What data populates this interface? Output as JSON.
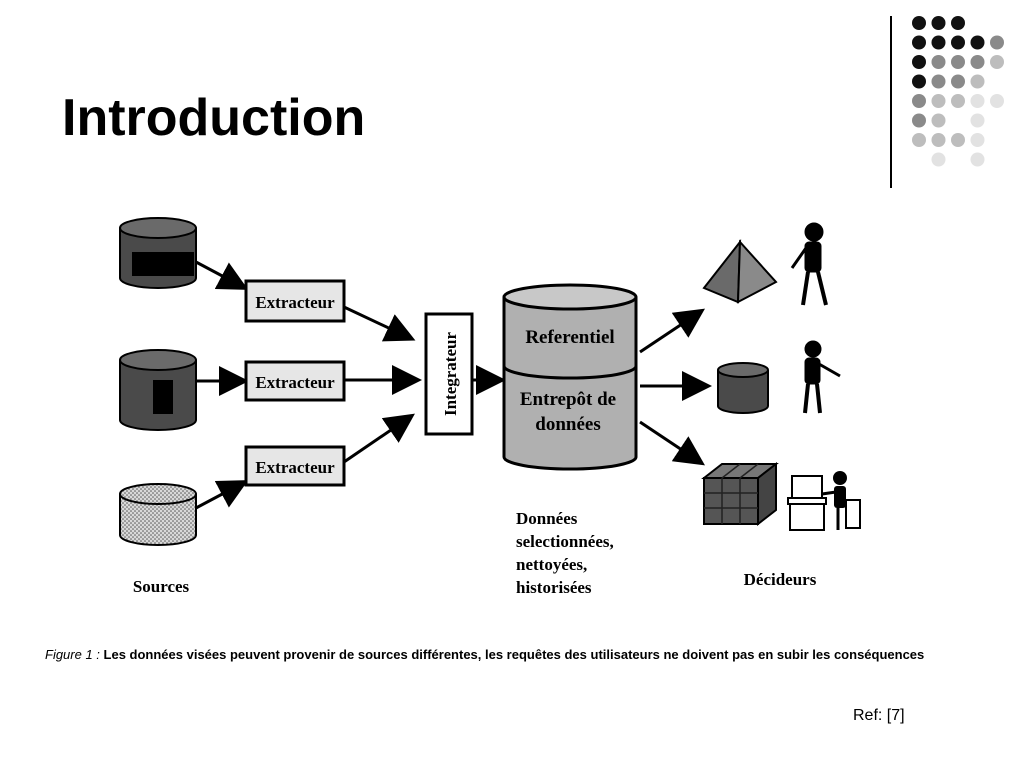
{
  "title": "Introduction",
  "diagram": {
    "extractor_label": "Extracteur",
    "integrator_label": "Integrateur",
    "warehouse_top_label": "Referentiel",
    "warehouse_bottom_line1": "Entrepôt de",
    "warehouse_bottom_line2": "données",
    "sources_label": "Sources",
    "data_desc": [
      "Données",
      "selectionnées,",
      "nettoyées,",
      "historisées"
    ],
    "deciders_label": "Décideurs"
  },
  "caption": {
    "figure_label": "Figure 1 : ",
    "text": "Les données visées peuvent provenir de sources différentes, les requêtes des utilisateurs ne doivent pas en subir les conséquences"
  },
  "ref": "Ref: [7]",
  "colors": {
    "dot_dark": "#111111",
    "dot_mid": "#8a8a8a",
    "dot_light": "#bdbdbd",
    "dot_faint": "#e2e2e2",
    "cylinder_dark": "#4a4a4a",
    "cylinder_gray": "#b0b0b0"
  }
}
